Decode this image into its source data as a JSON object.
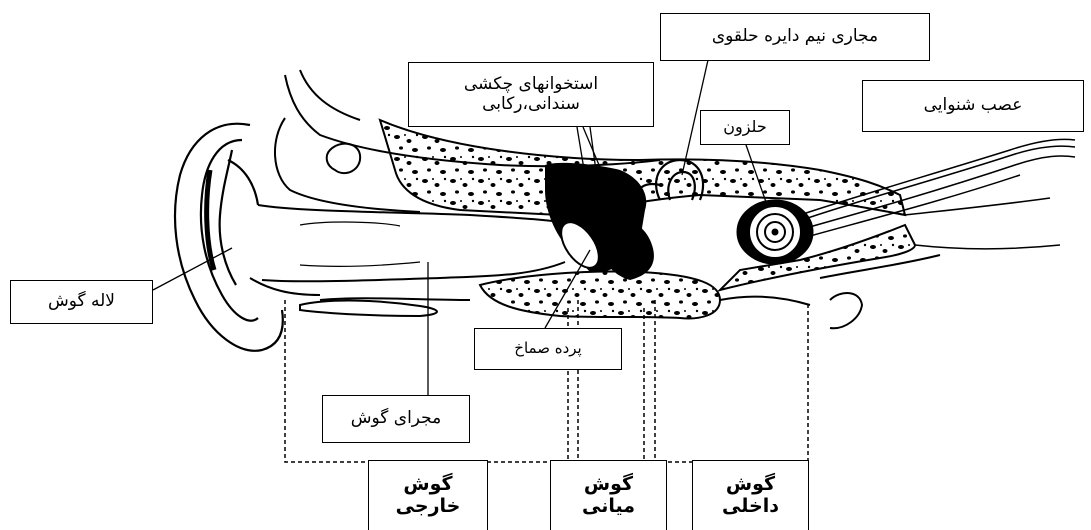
{
  "labels": {
    "semicircular_canals": "مجاری نیم دایره حلقوی",
    "ossicles_line1": "استخوانهای چکشی",
    "ossicles_line2": "سندانی،رکابی",
    "auditory_nerve": "عصب شنوایی",
    "cochlea": "حلزون",
    "auricle": "لاله گوش",
    "eardrum": "پرده صماخ",
    "ear_canal": "مجرای گوش"
  },
  "sections": {
    "outer_line1": "گوش",
    "outer_line2": "خارجی",
    "middle_line1": "گوش",
    "middle_line2": "میانی",
    "inner_line1": "گوش",
    "inner_line2": "داخلی"
  }
}
